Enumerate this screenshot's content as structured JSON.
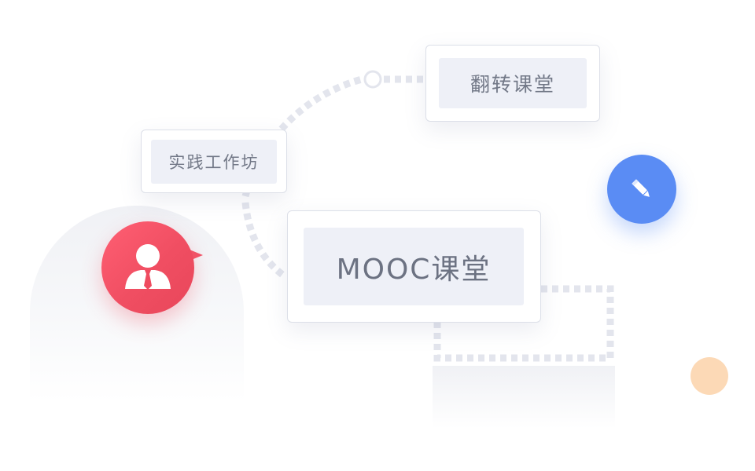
{
  "cards": {
    "flip_classroom": "翻转课堂",
    "practice_workshop": "实践工作坊",
    "mooc_classroom": "MOOC课堂"
  },
  "icons": {
    "avatar": "business-person-icon",
    "edit": "pencil-icon",
    "dot": "orange-dot"
  },
  "colors": {
    "avatar_red": "#f04e62",
    "edit_blue": "#5a8cf4",
    "accent_orange": "#fcd9b6",
    "card_text": "#727887",
    "dashed_path": "#e3e5ed"
  }
}
